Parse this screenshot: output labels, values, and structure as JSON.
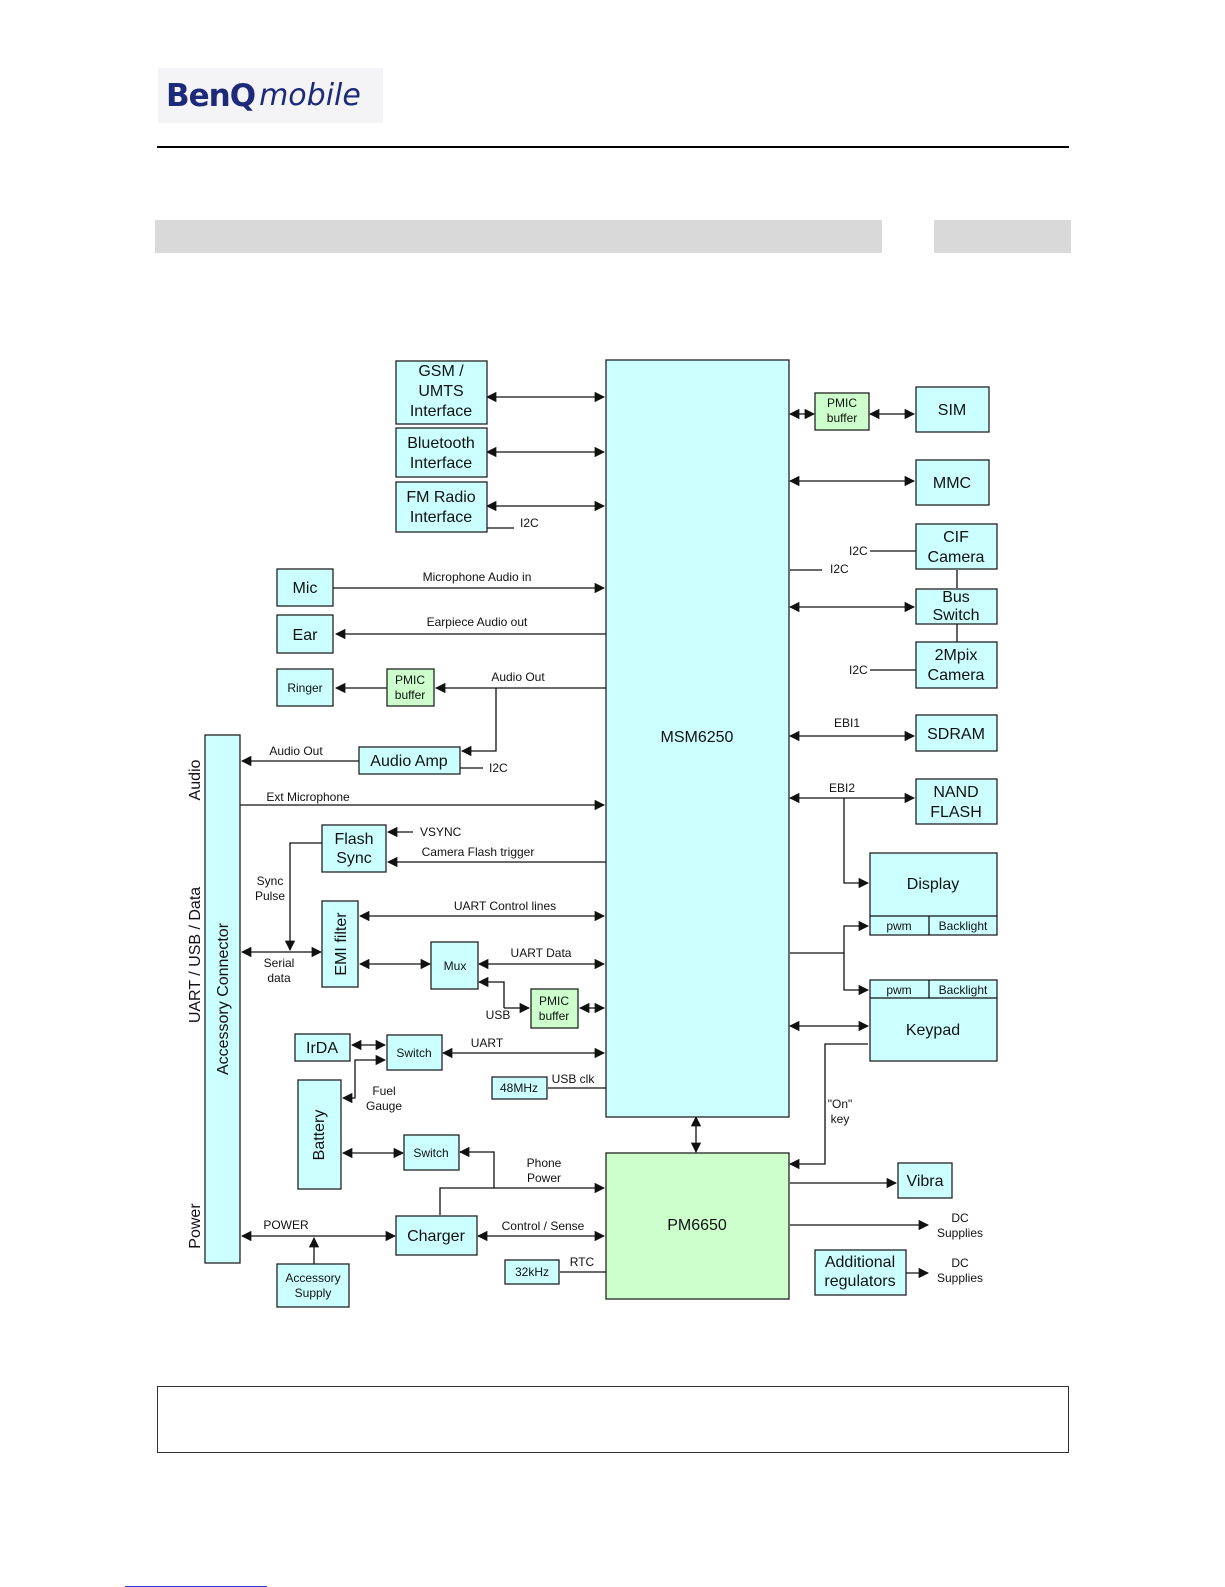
{
  "header": {
    "logo_brand": "BenQ",
    "logo_sub": "mobile"
  },
  "diagram": {
    "msm": "MSM6250",
    "pm": "PM6650",
    "gsm": [
      "GSM /",
      "UMTS",
      "Interface"
    ],
    "bt": [
      "Bluetooth",
      "Interface"
    ],
    "fm": [
      "FM Radio",
      "Interface"
    ],
    "mic": "Mic",
    "ear": "Ear",
    "ringer": "Ringer",
    "pmic_buffer": [
      "PMIC",
      "buffer"
    ],
    "audio_amp": "Audio Amp",
    "acc_conn": "Accessory Connector",
    "flash_sync": [
      "Flash",
      "Sync"
    ],
    "emi": "EMI filter",
    "mux": "Mux",
    "irda": "IrDA",
    "switch": "Switch",
    "battery": "Battery",
    "charger": "Charger",
    "acc_supply": [
      "Accessory",
      "Supply"
    ],
    "osc48": "48MHz",
    "osc32": "32kHz",
    "sim": "SIM",
    "mmc": "MMC",
    "cif": [
      "CIF",
      "Camera"
    ],
    "bus_switch": [
      "Bus",
      "Switch"
    ],
    "cam2": [
      "2Mpix",
      "Camera"
    ],
    "sdram": "SDRAM",
    "nand": [
      "NAND",
      "FLASH"
    ],
    "display": "Display",
    "keypad": "Keypad",
    "pwm": "pwm",
    "backlight": "Backlight",
    "vibra": "Vibra",
    "add_reg": [
      "Additional",
      "regulators"
    ],
    "side_audio": "Audio",
    "side_uart": "UART / USB / Data",
    "side_power": "Power",
    "labels": {
      "i2c": "I2C",
      "mic_audio_in": "Microphone Audio in",
      "earpiece_out": "Earpiece Audio out",
      "audio_out": "Audio Out",
      "ext_mic": "Ext Microphone",
      "vsync": "VSYNC",
      "cam_flash": "Camera Flash trigger",
      "sync_pulse": [
        "Sync",
        "Pulse"
      ],
      "uart_ctrl": "UART Control lines",
      "serial_data": [
        "Serial",
        "data"
      ],
      "uart_data": "UART  Data",
      "usb": "USB",
      "uart": "UART",
      "usb_clk": "USB clk",
      "fuel_gauge": [
        "Fuel",
        "Gauge"
      ],
      "phone_power": [
        "Phone",
        "Power"
      ],
      "power": "POWER",
      "ctrl_sense": "Control / Sense",
      "rtc": "RTC",
      "ebi1": "EBI1",
      "ebi2": "EBI2",
      "on_key": [
        "\"On\"",
        "key"
      ],
      "dc_supplies": [
        "DC",
        "Supplies"
      ]
    }
  }
}
